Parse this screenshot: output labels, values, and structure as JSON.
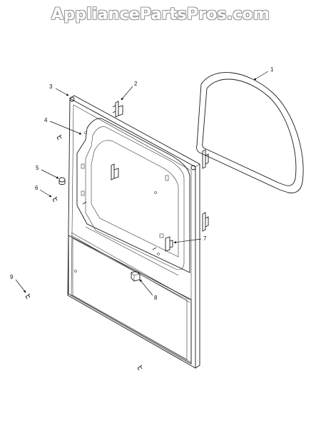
{
  "watermark": "AppliancePartsPros.com",
  "callouts": {
    "c1": "1",
    "c2": "2",
    "c3": "3",
    "c4": "4",
    "c5": "5",
    "c6": "6",
    "c7": "7",
    "c8": "8",
    "c9": "9"
  },
  "colors": {
    "line": "#1a1a1a",
    "watermark_outline": "#9a9a9a"
  }
}
